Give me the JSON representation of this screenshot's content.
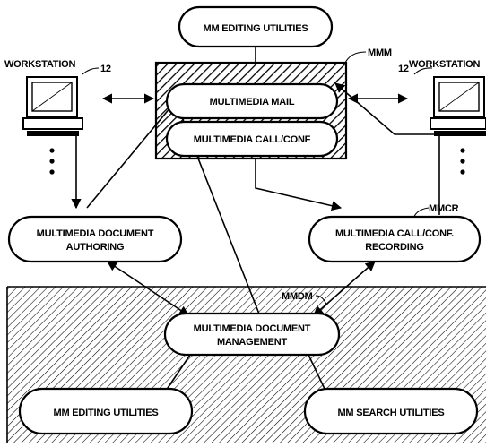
{
  "labels": {
    "mm_editing_top": "MM EDITING UTILITIES",
    "mmm_ref": "MMM",
    "workstation_left": "WORKSTATION",
    "workstation_right": "WORKSTATION",
    "ref_12_left": "12",
    "ref_12_right": "12",
    "multimedia_mail": "MULTIMEDIA MAIL",
    "multimedia_callconf": "MULTIMEDIA CALL/CONF",
    "mmcr_ref": "MMCR",
    "doc_authoring_line1": "MULTIMEDIA DOCUMENT",
    "doc_authoring_line2": "AUTHORING",
    "callconf_rec_line1": "MULTIMEDIA CALL/CONF.",
    "callconf_rec_line2": "RECORDING",
    "mmdm_ref": "MMDM",
    "doc_mgmt_line1": "MULTIMEDIA DOCUMENT",
    "doc_mgmt_line2": "MANAGEMENT",
    "mm_editing_bottom": "MM EDITING UTILITIES",
    "mm_search": "MM SEARCH UTILITIES"
  }
}
